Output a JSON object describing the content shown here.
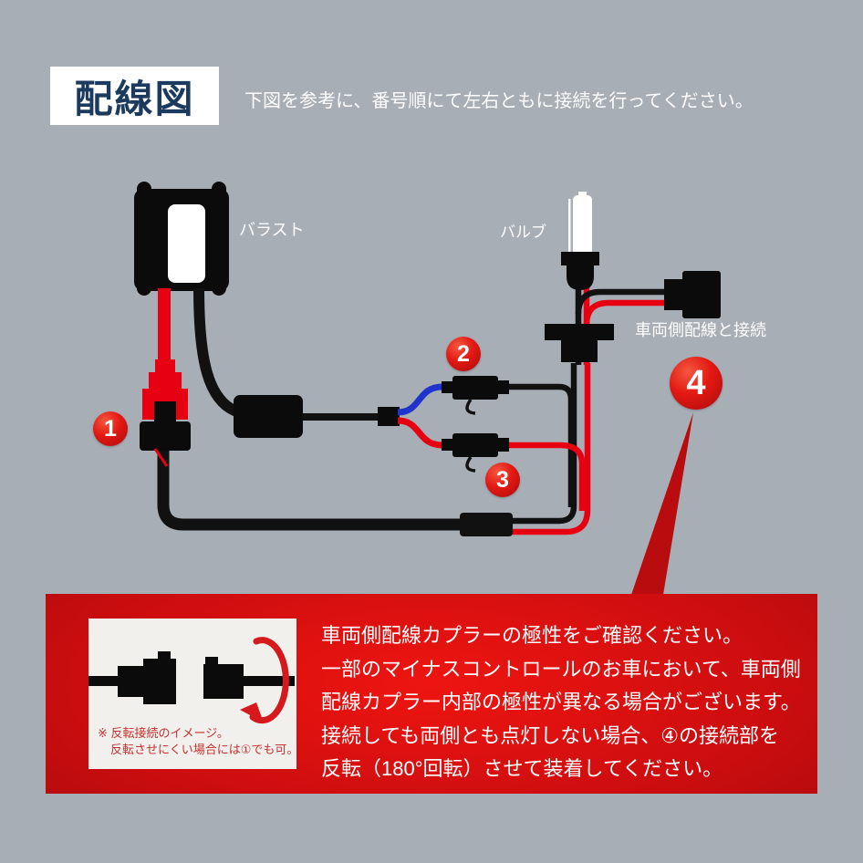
{
  "colors": {
    "background": "#a8aeb6",
    "accent_red": "#e31812",
    "panel_red": "#cc0d0f",
    "navy": "#1c3a5e",
    "wire_red": "#e60012",
    "wire_blue": "#2033cc",
    "wire_black": "#111111"
  },
  "header": {
    "title": "配線図",
    "subtitle": "下図を参考に、番号順にて左右ともに接続を行ってください。"
  },
  "diagram": {
    "ballast_label": "バラスト",
    "bulb_label": "バルブ",
    "vehicle_label": "車両側配線と接続",
    "step_numbers": [
      "1",
      "2",
      "3",
      "4"
    ]
  },
  "panel": {
    "lines": [
      "車両側配線カプラーの極性をご確認ください。",
      "一部のマイナスコントロールのお車において、車両側",
      "配線カプラー内部の極性が異なる場合がございます。",
      "接続しても両側とも点灯しない場合、④の接続部を",
      "反転（180°回転）させて装着してください。"
    ],
    "inset_note_line1": "※ 反転接続のイメージ。",
    "inset_note_line2": "反転させにくい場合には①でも可。"
  }
}
